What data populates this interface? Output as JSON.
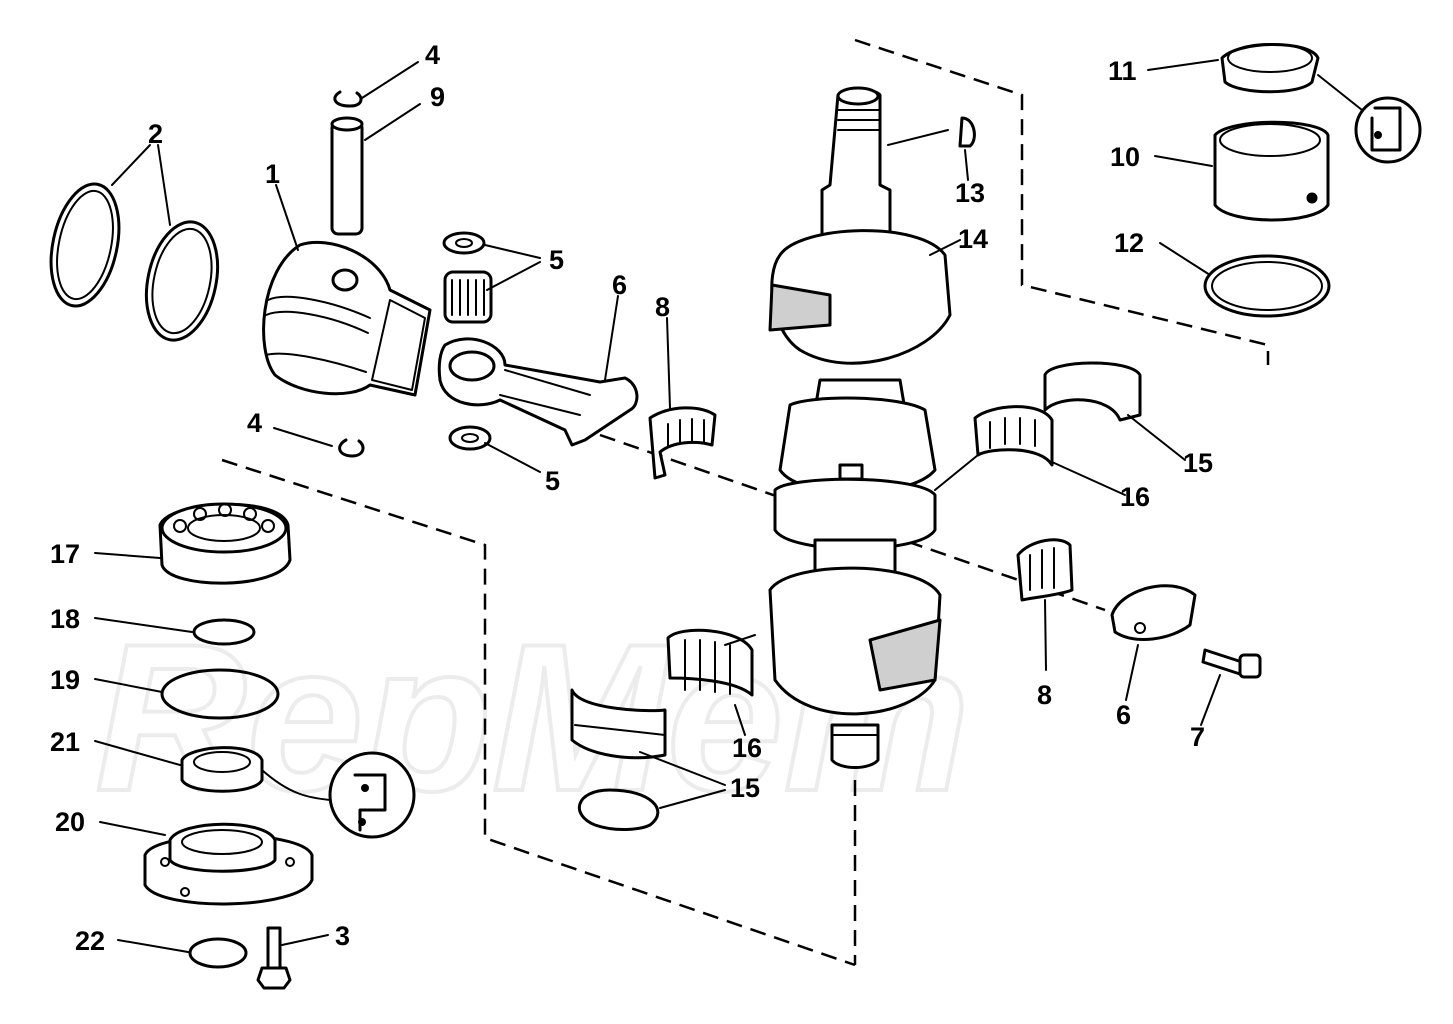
{
  "watermark": {
    "text": "RepMem"
  },
  "callouts": [
    {
      "id": "c4a",
      "label": "4"
    },
    {
      "id": "c9",
      "label": "9"
    },
    {
      "id": "c2",
      "label": "2"
    },
    {
      "id": "c1",
      "label": "1"
    },
    {
      "id": "c5a",
      "label": "5"
    },
    {
      "id": "c6a",
      "label": "6"
    },
    {
      "id": "c8a",
      "label": "8"
    },
    {
      "id": "c4b",
      "label": "4"
    },
    {
      "id": "c5b",
      "label": "5"
    },
    {
      "id": "c13",
      "label": "13"
    },
    {
      "id": "c14",
      "label": "14"
    },
    {
      "id": "c11",
      "label": "11"
    },
    {
      "id": "c10",
      "label": "10"
    },
    {
      "id": "c12",
      "label": "12"
    },
    {
      "id": "c15a",
      "label": "15"
    },
    {
      "id": "c16a",
      "label": "16"
    },
    {
      "id": "c17",
      "label": "17"
    },
    {
      "id": "c18",
      "label": "18"
    },
    {
      "id": "c19",
      "label": "19"
    },
    {
      "id": "c21",
      "label": "21"
    },
    {
      "id": "c20",
      "label": "20"
    },
    {
      "id": "c22",
      "label": "22"
    },
    {
      "id": "c3",
      "label": "3"
    },
    {
      "id": "c16b",
      "label": "16"
    },
    {
      "id": "c15b",
      "label": "15"
    },
    {
      "id": "c8b",
      "label": "8"
    },
    {
      "id": "c6b",
      "label": "6"
    },
    {
      "id": "c7",
      "label": "7"
    }
  ]
}
